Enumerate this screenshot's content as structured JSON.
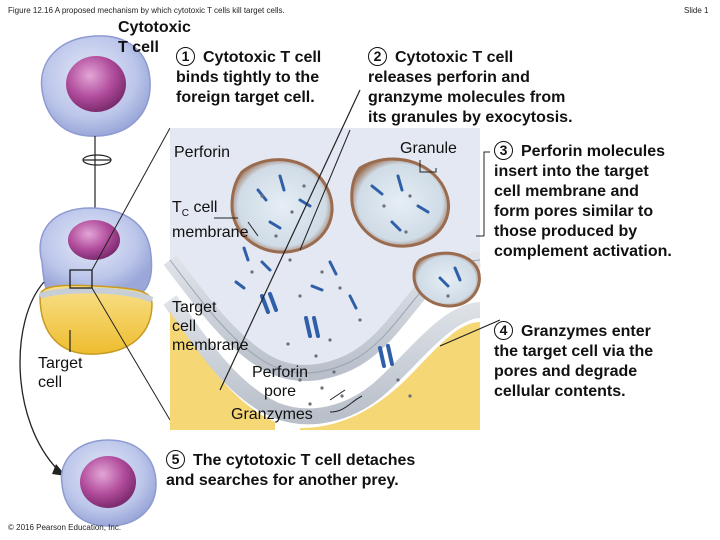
{
  "header": {
    "figure_title": "Figure 12.16 A proposed mechanism by which cytotoxic T cells kill target cells.",
    "slide_label": "Slide 1"
  },
  "labels": {
    "cytotoxic_t_cell": [
      "Cytotoxic",
      "T cell"
    ],
    "target_cell": [
      "Target",
      "cell"
    ],
    "perforin": "Perforin",
    "granule": "Granule",
    "tc_membrane_main": "T",
    "tc_membrane_sub": "C",
    "tc_membrane_rest": " cell",
    "tc_membrane_line2": "membrane",
    "target_membrane": [
      "Target",
      "cell",
      "membrane"
    ],
    "perforin_pore": [
      "Perforin",
      "pore"
    ],
    "granzymes": "Granzymes"
  },
  "steps": [
    {
      "num": "1",
      "lines": [
        "Cytotoxic T cell",
        "binds tightly to the",
        "foreign target cell."
      ]
    },
    {
      "num": "2",
      "lines": [
        "Cytotoxic T cell",
        "releases perforin and",
        "granzyme molecules from",
        "its granules by exocytosis."
      ]
    },
    {
      "num": "3",
      "lines": [
        "Perforin molecules",
        "insert into the target",
        "cell membrane and",
        "form pores similar to",
        "those produced by",
        "complement activation."
      ]
    },
    {
      "num": "4",
      "lines": [
        "Granzymes enter",
        "the target cell via the",
        "pores and degrade",
        "cellular contents."
      ]
    },
    {
      "num": "5",
      "lines": [
        "The cytotoxic T cell detaches",
        "and searches for another prey."
      ]
    }
  ],
  "footer": {
    "copyright": "© 2016 Pearson Education, Inc."
  },
  "colors": {
    "t_cell_fill": "#bcc6ea",
    "t_cell_edge": "#8e9bd2",
    "nucleus": "#b14c9c",
    "target_yellow": "#f3cf57",
    "membrane_gray": "#c8ced6",
    "granule_brown": "#9a6b4e",
    "pore_blue": "#2f5fa8",
    "granzyme_dot": "#6a6f78"
  }
}
